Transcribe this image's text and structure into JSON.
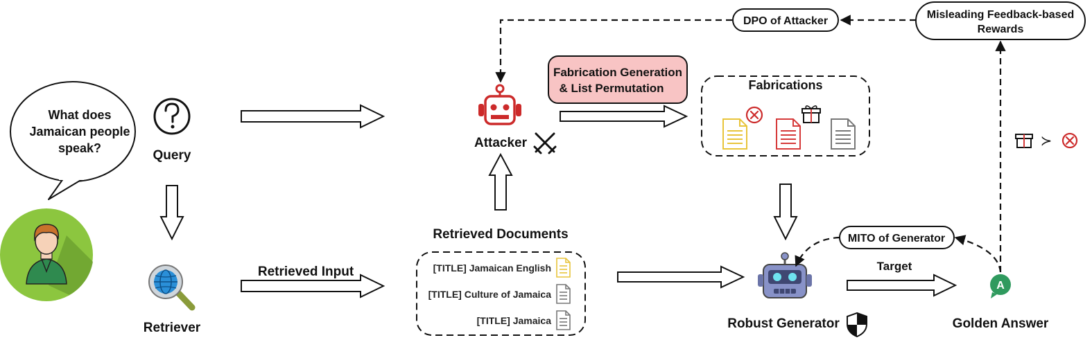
{
  "speech_bubble": {
    "line1": "What does",
    "line2": "Jamaican people",
    "line3": "speak?"
  },
  "nodes": {
    "query": "Query",
    "retriever": "Retriever",
    "attacker": "Attacker",
    "fabrications": "Fabrications",
    "retrieved_documents": "Retrieved Documents",
    "robust_generator": "Robust Generator",
    "golden_answer": "Golden Answer"
  },
  "process_box": {
    "line1": "Fabrication Generation",
    "line2": "& List Permutation",
    "fill_color": "#f8c4c4"
  },
  "edge_labels": {
    "retrieved_input": "Retrieved Input",
    "target": "Target"
  },
  "training_boxes": {
    "dpo": "DPO of Attacker",
    "mito": "MITO of Generator",
    "reward_line1": "Misleading Feedback-based",
    "reward_line2": "Rewards"
  },
  "documents": [
    {
      "title": "[TITLE] Jamaican English",
      "icon_color": "#e8c43a"
    },
    {
      "title": "[TITLE] Culture of Jamaica",
      "icon_color": "#777777"
    },
    {
      "title": "[TITLE] Jamaica",
      "icon_color": "#777777"
    }
  ],
  "preference": {
    "symbol": "≻"
  },
  "answer_badge": {
    "letter": "A",
    "color": "#2f9a5e"
  },
  "colors": {
    "attacker_red": "#cc2a2a",
    "error_red": "#cc2a2a",
    "doc_yellow": "#e8c43a",
    "doc_red": "#d63a3a",
    "doc_gray": "#777777",
    "avatar_green": "#8cc63f",
    "robot_blue": "#8892c8"
  }
}
